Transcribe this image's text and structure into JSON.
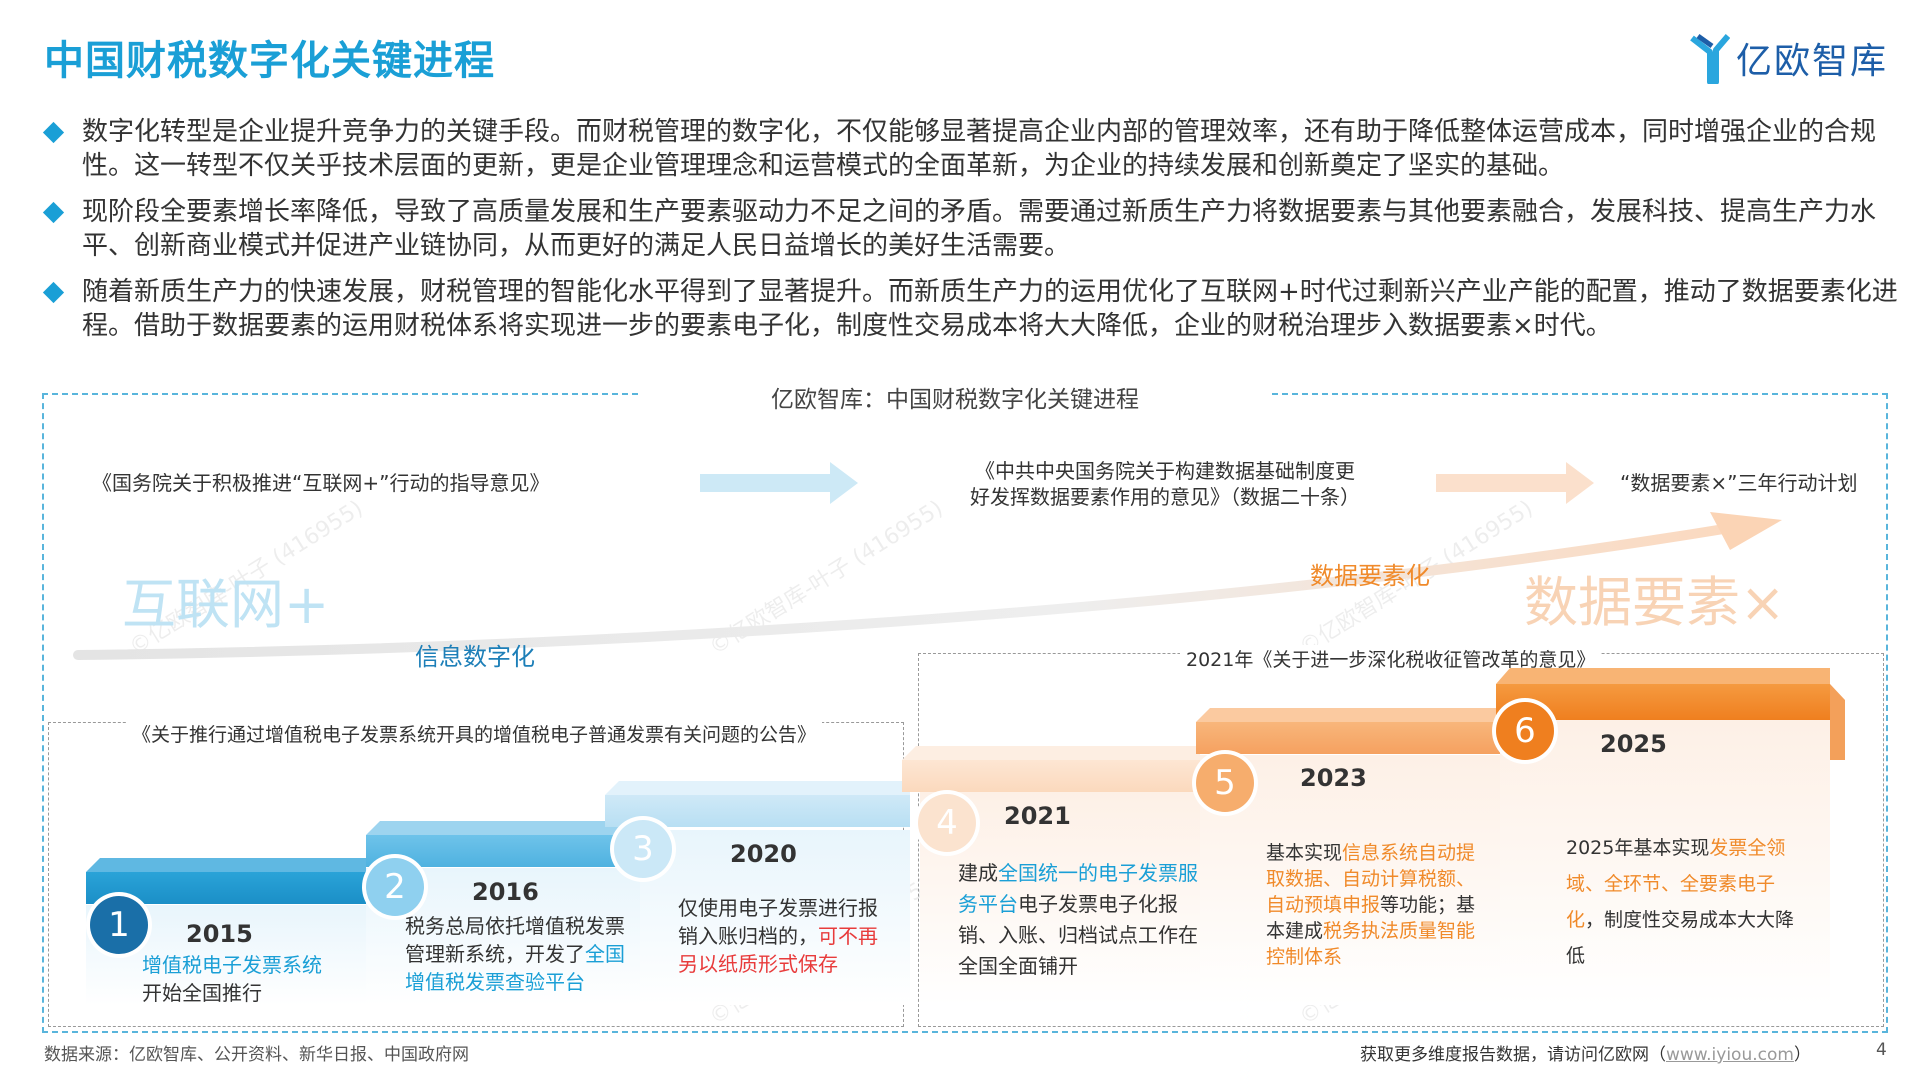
{
  "header": {
    "title": "中国财税数字化关键进程",
    "brand": "亿欧智库"
  },
  "bullets": [
    {
      "text": "数字化转型是企业提升竞争力的关键手段。而财税管理的数字化，不仅能够显著提高企业内部的管理效率，还有助于降低整体运营成本，同时增强企业的合规性。这一转型不仅关乎技术层面的更新，更是企业管理理念和运营模式的全面革新，为企业的持续发展和创新奠定了坚实的基础。"
    },
    {
      "text": "现阶段全要素增长率降低，导致了高质量发展和生产要素驱动力不足之间的矛盾。需要通过新质生产力将数据要素与其他要素融合，发展科技、提高生产力水平、创新商业模式并促进产业链协同，从而更好的满足人民日益增长的美好生活需要。"
    },
    {
      "text": "随着新质生产力的快速发展，财税管理的智能化水平得到了显著提升。而新质生产力的运用优化了互联网+时代过剩新兴产业产能的配置，推动了数据要素化进程。借助于数据要素的运用财税体系将实现进一步的要素电子化，制度性交易成本将大大降低，企业的财税治理步入数据要素×时代。"
    }
  ],
  "diagram": {
    "frame_title": "亿欧智库：中国财税数字化关键进程",
    "policies": {
      "p1": "《国务院关于积极推进“互联网+”行动的指导意见》",
      "p2_line1": "《中共中央国务院关于构建数据基础制度更",
      "p2_line2": "好发挥数据要素作用的意见》（数据二十条）",
      "p3": "“数据要素×”三年行动计划"
    },
    "era_big_left": "互联网+",
    "era_big_right": "数据要素×",
    "stage_left": "信息数字化",
    "stage_right": "数据要素化",
    "box_left_label": "《关于推行通过增值税电子发票系统开具的增值税电子普通发票有关问题的公告》",
    "box_right_label": "2021年《关于进一步深化税收征管改革的意见》",
    "steps": [
      {
        "num": "1",
        "year": "2015",
        "hl": "增值税电子发票系统",
        "rest": "开始全国推行"
      },
      {
        "num": "2",
        "year": "2016",
        "pre": "税务总局依托增值税发票管理新系统，开发了",
        "hl": "全国增值税发票查验平台"
      },
      {
        "num": "3",
        "year": "2020",
        "pre": "仅使用电子发票进行报销入账归档的，",
        "hl": "可不再另以纸质形式保存"
      },
      {
        "num": "4",
        "year": "2021",
        "pre": "建成",
        "hl": "全国统一的电子发票服务平台",
        "rest": "电子发票电子化报销、入账、归档试点工作在全国全面铺开"
      },
      {
        "num": "5",
        "year": "2023",
        "pre": "基本实现",
        "hl": "信息系统自动提取数据、自动计算税额、自动预填申报",
        "mid": "等功能；基本建成",
        "hl2": "税务执法质量智能控制体系"
      },
      {
        "num": "6",
        "year": "2025",
        "pre": "2025年基本实现",
        "hl": "发票全领域、全环节、全要素电子化",
        "rest": "，制度性交易成本大大降低"
      }
    ]
  },
  "footer": {
    "source": "数据来源：亿欧智库、公开资料、新华日报、中国政府网",
    "cta_pre": "获取更多维度报告数据，请访问亿欧网（",
    "link": "www.iyiou.com",
    "cta_post": "）",
    "page": "4"
  },
  "watermark": "©亿欧智库-叶子 (416955)",
  "colors": {
    "accent_blue": "#1a9fd6",
    "accent_orange": "#f08a2a",
    "highlight_red": "#e83b3b"
  }
}
